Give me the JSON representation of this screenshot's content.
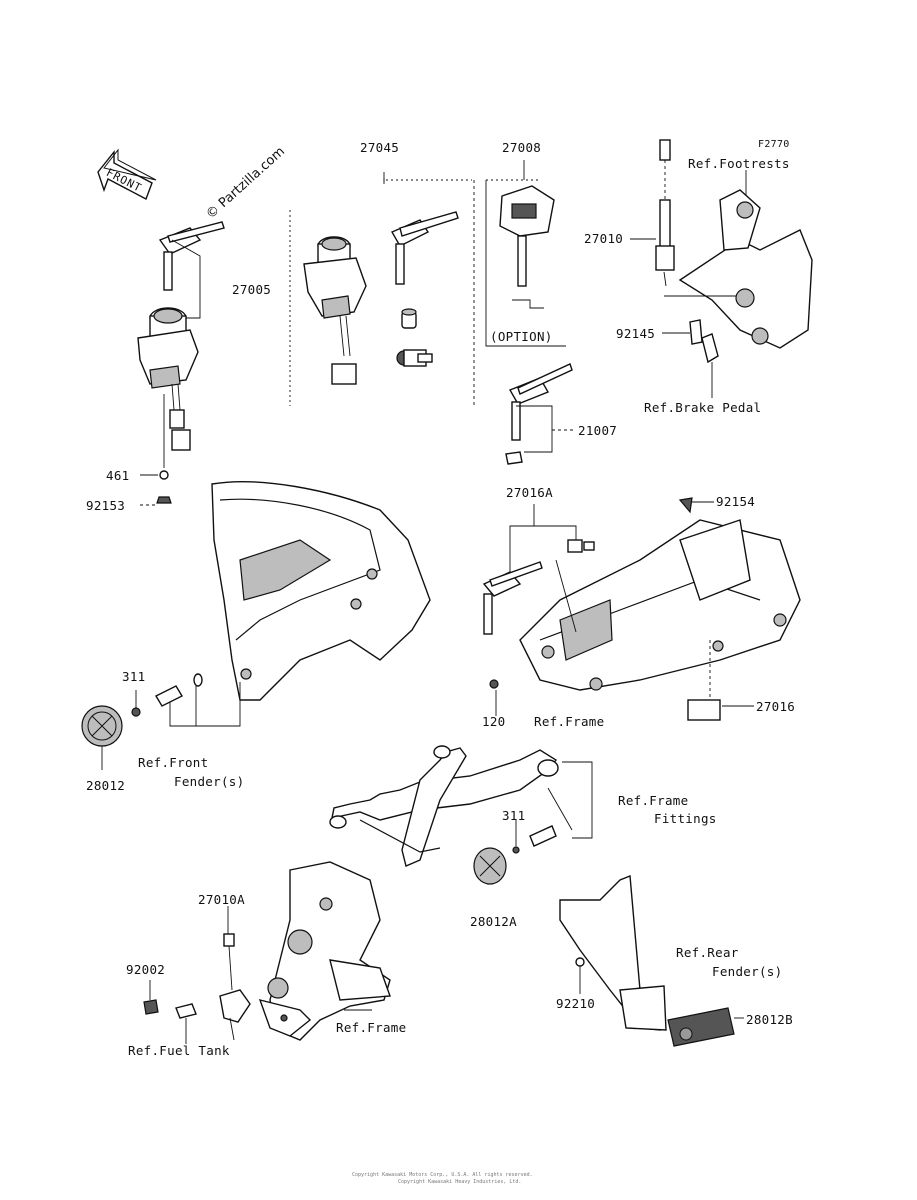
{
  "header": {
    "figure_code": "F2770",
    "watermark": "© Partzilla.com",
    "front_label": "FRONT"
  },
  "parts": {
    "p27045": "27045",
    "p27008": "27008",
    "p27005": "27005",
    "option": "(OPTION)",
    "p27010": "27010",
    "p92145": "92145",
    "p21007": "21007",
    "p461": "461",
    "p92153": "92153",
    "p27016A": "27016A",
    "p92154": "92154",
    "p311a": "311",
    "p28012": "28012",
    "p120": "120",
    "p27016": "27016",
    "p311b": "311",
    "p28012A": "28012A",
    "p27010A": "27010A",
    "p92002": "92002",
    "p92210": "92210",
    "p28012B": "28012B"
  },
  "refs": {
    "footrests": "Ref.Footrests",
    "brake_pedal": "Ref.Brake Pedal",
    "frame1": "Ref.Frame",
    "front_fender_1": "Ref.Front",
    "front_fender_2": "Fender(s)",
    "frame_fittings_1": "Ref.Frame",
    "frame_fittings_2": "Fittings",
    "rear_fender_1": "Ref.Rear",
    "rear_fender_2": "Fender(s)",
    "frame2": "Ref.Frame",
    "fuel_tank": "Ref.Fuel Tank"
  },
  "footer": {
    "copyright_line1": "Copyright Kawasaki Motors Corp., U.S.A. All rights reserved.",
    "copyright_line2": "Copyright Kawasaki Heavy Industries, Ltd."
  }
}
